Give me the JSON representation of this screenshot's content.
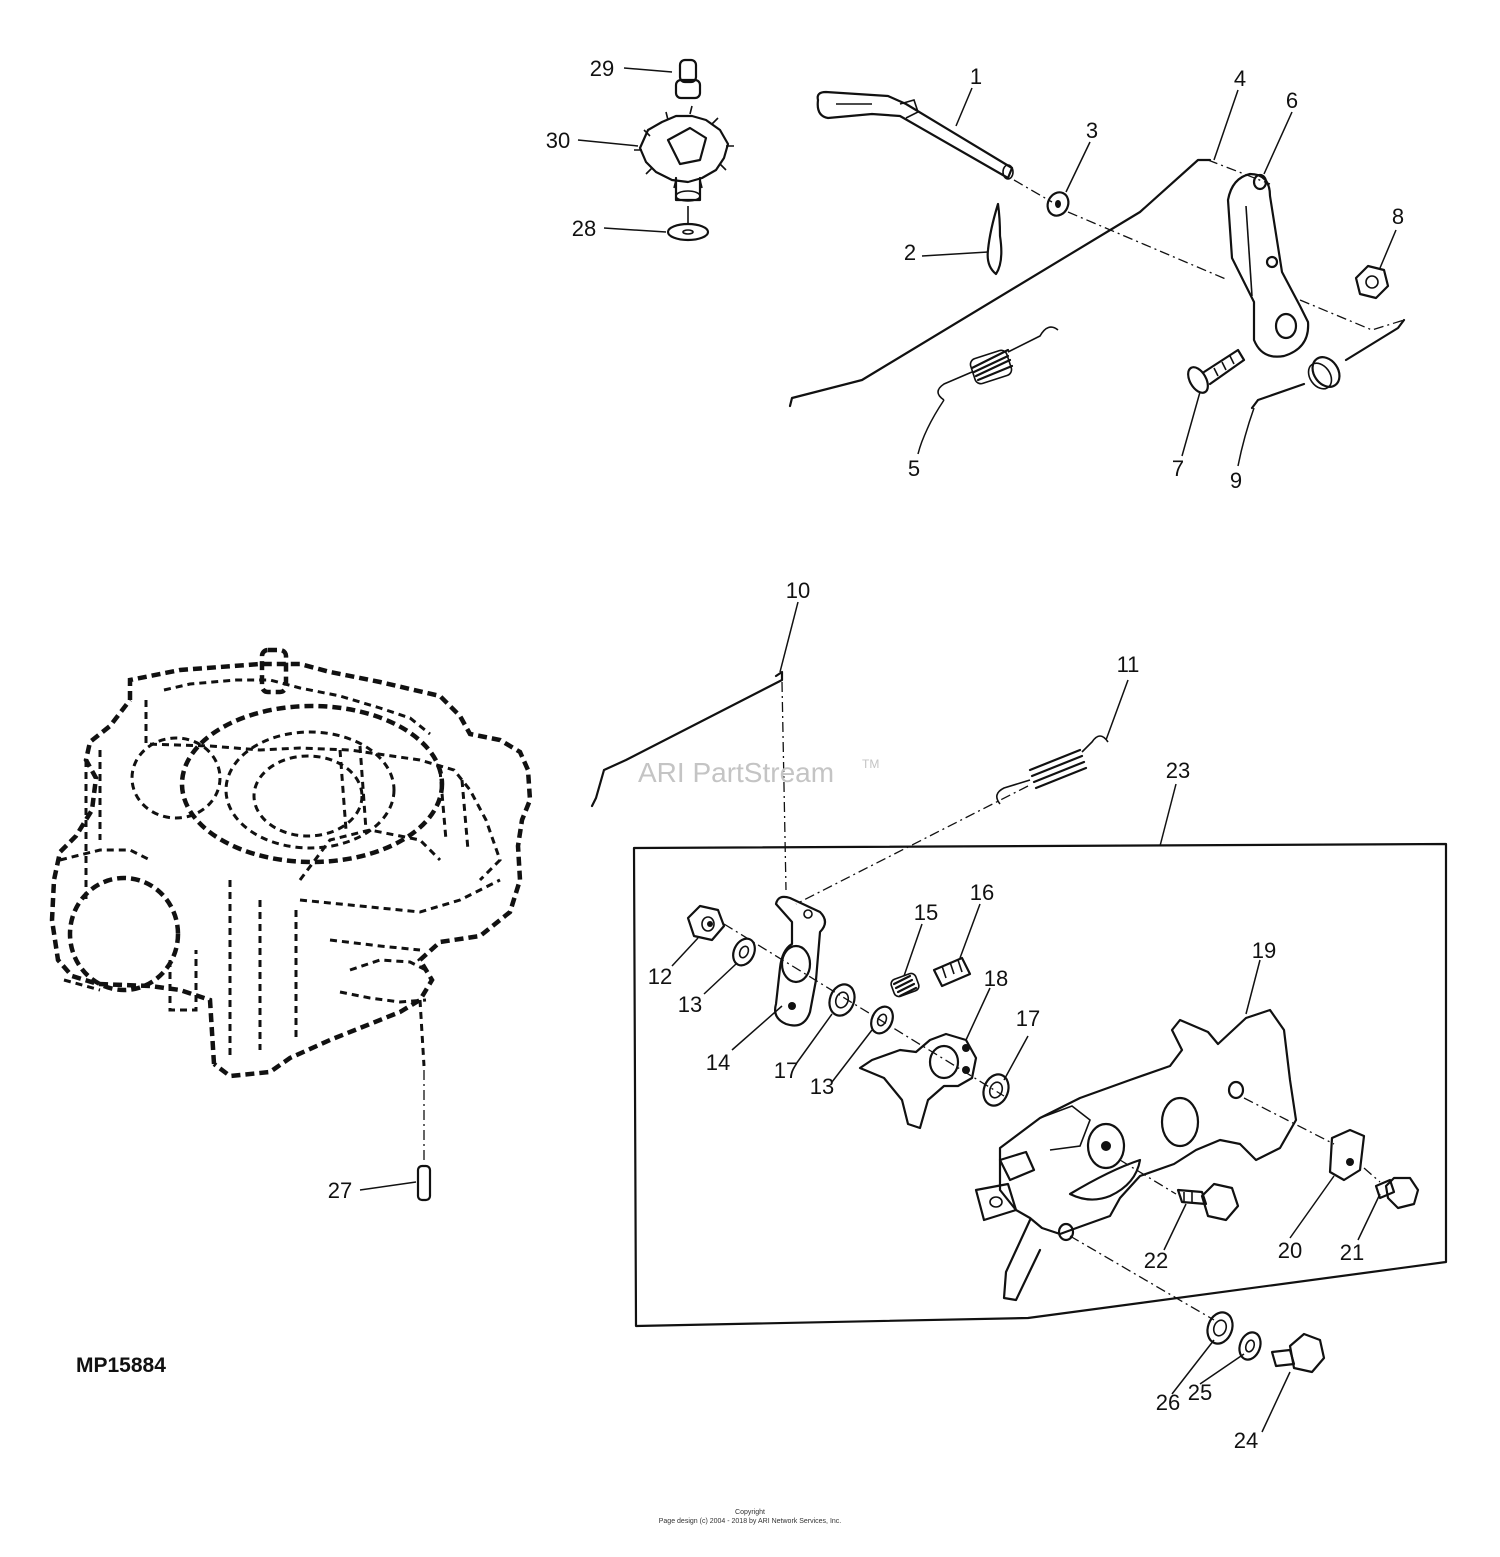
{
  "diagram": {
    "figure_code": "MP15884",
    "watermark": "ARI PartStream",
    "watermark_tm": "TM",
    "footer": {
      "line1": "Copyright",
      "line2": "Page design (c) 2004 - 2018 by ARI Network Services, Inc."
    },
    "callouts": {
      "c1": "1",
      "c2": "2",
      "c3": "3",
      "c4": "4",
      "c5": "5",
      "c6": "6",
      "c7": "7",
      "c8": "8",
      "c9": "9",
      "c10": "10",
      "c11": "11",
      "c12": "12",
      "c13a": "13",
      "c13b": "13",
      "c14": "14",
      "c15": "15",
      "c16": "16",
      "c17a": "17",
      "c17b": "17",
      "c18": "18",
      "c19": "19",
      "c20": "20",
      "c21": "21",
      "c22": "22",
      "c23": "23",
      "c24": "24",
      "c25": "25",
      "c26": "26",
      "c27": "27",
      "c28": "28",
      "c29": "29",
      "c30": "30"
    }
  }
}
